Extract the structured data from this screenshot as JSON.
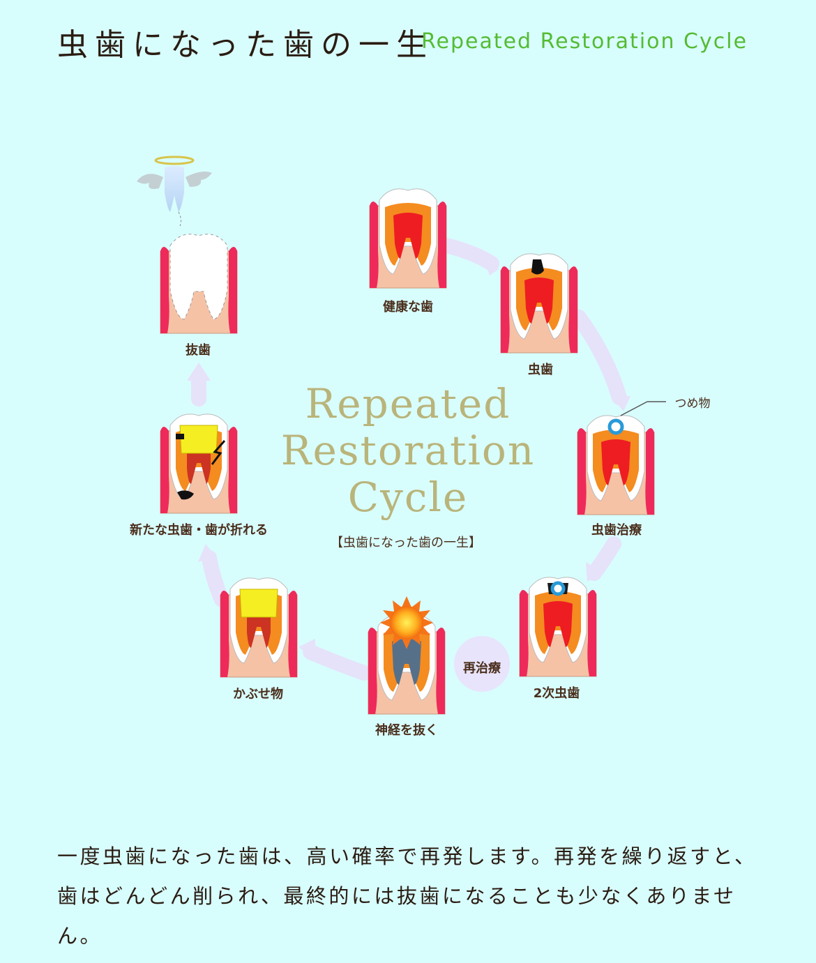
{
  "header": {
    "title_jp": "虫歯になった歯の一生",
    "title_en": "Repeated Restoration Cycle"
  },
  "diagram": {
    "center_title": [
      "Repeated",
      "Restoration",
      "Cycle"
    ],
    "center_subtitle": "【虫歯になった歯の一生】",
    "filling_label": "つめ物",
    "retreatment_label": "再治療",
    "stages": [
      {
        "label": "健康な歯",
        "icon": "healthy-tooth-icon"
      },
      {
        "label": "虫歯",
        "icon": "decayed-tooth-icon"
      },
      {
        "label": "虫歯治療",
        "icon": "filled-tooth-icon"
      },
      {
        "label": "2次虫歯",
        "icon": "secondary-decay-tooth-icon"
      },
      {
        "label": "神経を抜く",
        "icon": "nerve-removal-tooth-icon"
      },
      {
        "label": "かぶせ物",
        "icon": "crowned-tooth-icon"
      },
      {
        "label": "新たな虫歯・歯が折れる",
        "icon": "fractured-tooth-icon"
      },
      {
        "label": "抜歯",
        "icon": "extracted-tooth-icon"
      }
    ],
    "colors": {
      "background": "#d8fdfd",
      "gum": "#f6c2a6",
      "gum_edge": "#ee2a5a",
      "pulp": "#ee1d22",
      "dentin": "#f48c20",
      "crown": "#f5ee22",
      "arrow": "#e6e2fa",
      "accent_green": "#55bb33"
    }
  },
  "body": {
    "paragraph": "一度虫歯になった歯は、高い確率で再発します。再発を繰り返すと、歯はどんどん削られ、最終的には抜歯になることも少なくありません。"
  }
}
